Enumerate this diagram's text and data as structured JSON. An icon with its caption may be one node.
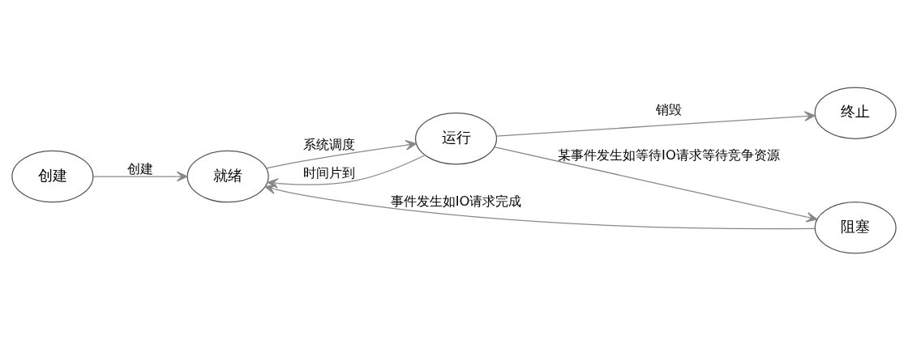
{
  "diagram": {
    "nodes": [
      {
        "text": [
          "创建"
        ]
      },
      {
        "text": [
          "就绪"
        ]
      },
      {
        "text": [
          "运行"
        ]
      },
      {
        "text": [
          "终止"
        ]
      },
      {
        "text": [
          "阻塞"
        ]
      }
    ],
    "edges": [
      {
        "from": 0,
        "to": 1,
        "arrow": "to",
        "label": "创建"
      },
      {
        "from": 1,
        "to": 2,
        "arrow": "to",
        "label": "系统调度"
      },
      {
        "from": 2,
        "to": 1,
        "arrow": "to",
        "label": "时间片到"
      },
      {
        "from": 2,
        "to": 3,
        "arrow": "to",
        "label": "销毁"
      },
      {
        "from": 2,
        "to": 4,
        "arrow": "to",
        "label": "某事件发生如等待IO请求等待竞争资源"
      },
      {
        "from": 4,
        "to": 1,
        "arrow": "to",
        "label": "事件发生如IO请求完成"
      }
    ]
  }
}
